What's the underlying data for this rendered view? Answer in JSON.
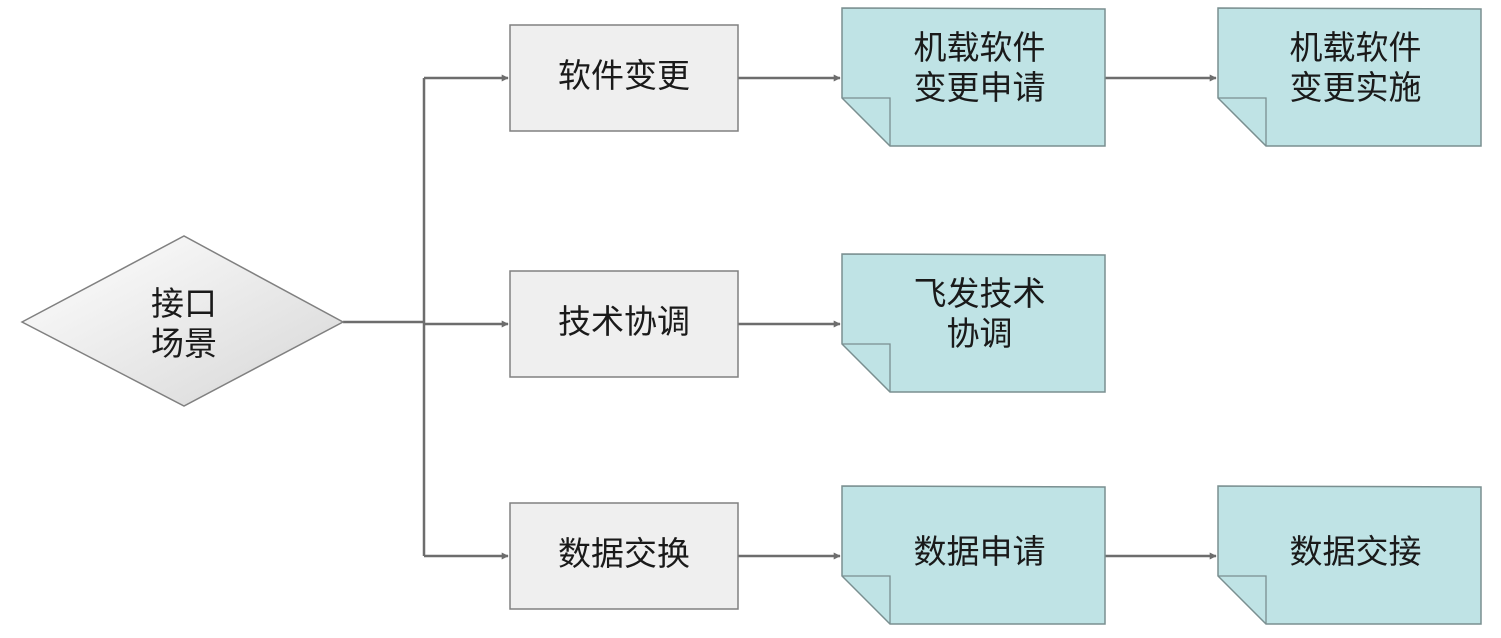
{
  "colors": {
    "line": "#6d6d6d",
    "category_fill": "#efefef",
    "category_stroke": "#808080",
    "document_fill": "#bfe3e5",
    "document_stroke": "#7a8f90",
    "diamond_fill": "#e3e3e3"
  },
  "root": {
    "lines": [
      "接口",
      "场景"
    ]
  },
  "branches": [
    {
      "category": "软件变更",
      "docs": [
        {
          "lines": [
            "机载软件",
            "变更申请"
          ]
        },
        {
          "lines": [
            "机载软件",
            "变更实施"
          ]
        }
      ]
    },
    {
      "category": "技术协调",
      "docs": [
        {
          "lines": [
            "飞发技术",
            "协调"
          ]
        }
      ]
    },
    {
      "category": "数据交换",
      "docs": [
        {
          "lines": [
            "数据申请"
          ]
        },
        {
          "lines": [
            "数据交接"
          ]
        }
      ]
    }
  ]
}
